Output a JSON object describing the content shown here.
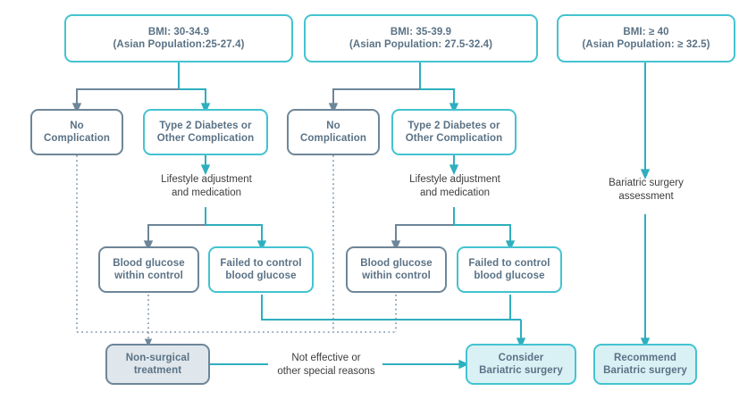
{
  "diagram": {
    "title": "BMI based bariatric surgery decision flowchart",
    "colors": {
      "teal": "#43c3d0",
      "slate": "#6d8699",
      "teal_fill": "#d9f1f4",
      "slate_fill": "#dfe6ec",
      "node_text": "#5a7285",
      "plain_text": "#3d3d3d",
      "background": "#ffffff"
    },
    "columns": [
      {
        "id": "col-1",
        "root": {
          "line1": "BMI: 30-34.9",
          "line2": "(Asian Population:25-27.4)"
        },
        "no_complication": "No\nComplication",
        "complication": "Type 2 Diabetes or\nOther Complication",
        "lifestyle": "Lifestyle adjustment\nand medication",
        "glucose_controlled": "Blood glucose\nwithin control",
        "glucose_failed": "Failed to control\nblood glucose"
      },
      {
        "id": "col-2",
        "root": {
          "line1": "BMI: 35-39.9",
          "line2": "(Asian Population: 27.5-32.4)"
        },
        "no_complication": "No\nComplication",
        "complication": "Type 2 Diabetes or\nOther Complication",
        "lifestyle": "Lifestyle adjustment\nand medication",
        "glucose_controlled": "Blood glucose\nwithin control",
        "glucose_failed": "Failed to control\nblood glucose"
      },
      {
        "id": "col-3",
        "root": {
          "line1": "BMI: ≥ 40",
          "line2": "(Asian Population: ≥ 32.5)"
        },
        "assessment": "Bariatric surgery\nassessment",
        "outcome": "Recommend\nBariatric  surgery"
      }
    ],
    "outcomes": {
      "non_surgical": "Non-surgical\ntreatment",
      "transition_label": "Not effective or\nother special reasons",
      "consider_surgery": "Consider\nBariatric surgery",
      "recommend_surgery": "Recommend\nBariatric  surgery"
    }
  }
}
